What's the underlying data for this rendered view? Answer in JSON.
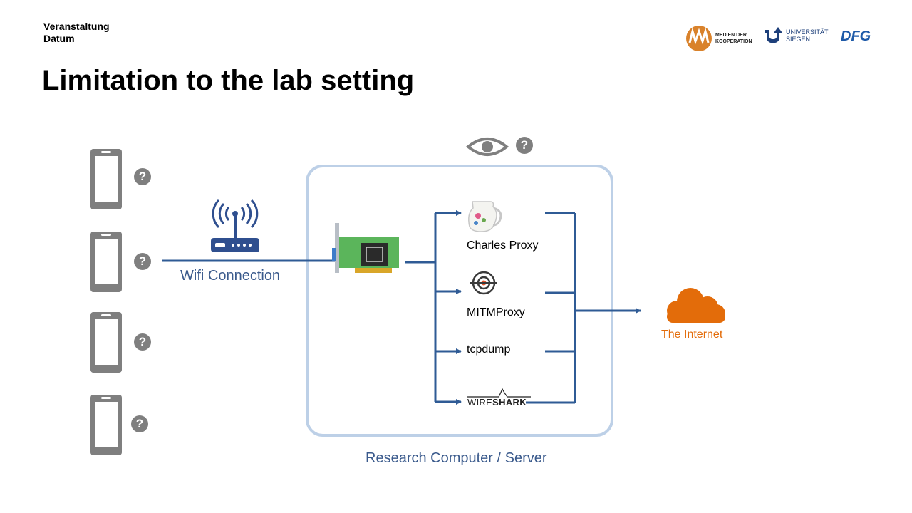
{
  "header": {
    "event": "Veranstaltung",
    "date": "Datum"
  },
  "title": "Limitation to the lab setting",
  "logos": {
    "mdk": {
      "line1": "MEDIEN DER",
      "line2": "KOOPERATION"
    },
    "uni": {
      "line1": "UNIVERSITÄT",
      "line2": "SIEGEN"
    },
    "dfg": "DFG"
  },
  "diagram": {
    "phone_count": 4,
    "unknown_mark": "?",
    "wifi_label": "Wifi Connection",
    "tools": [
      "Charles Proxy",
      "MITMProxy",
      "tcpdump"
    ],
    "wireshark": {
      "part1": "WIRE",
      "part2": "SHARK"
    },
    "internet_label": "The Internet",
    "computer_label": "Research Computer / Server"
  },
  "colors": {
    "connector": "#2f5b95",
    "box_border": "#bdd0e7",
    "phone": "#7f7f7f",
    "cloud": "#e36c0a",
    "router": "#2f4f8f",
    "nic": "#5bb55b"
  }
}
